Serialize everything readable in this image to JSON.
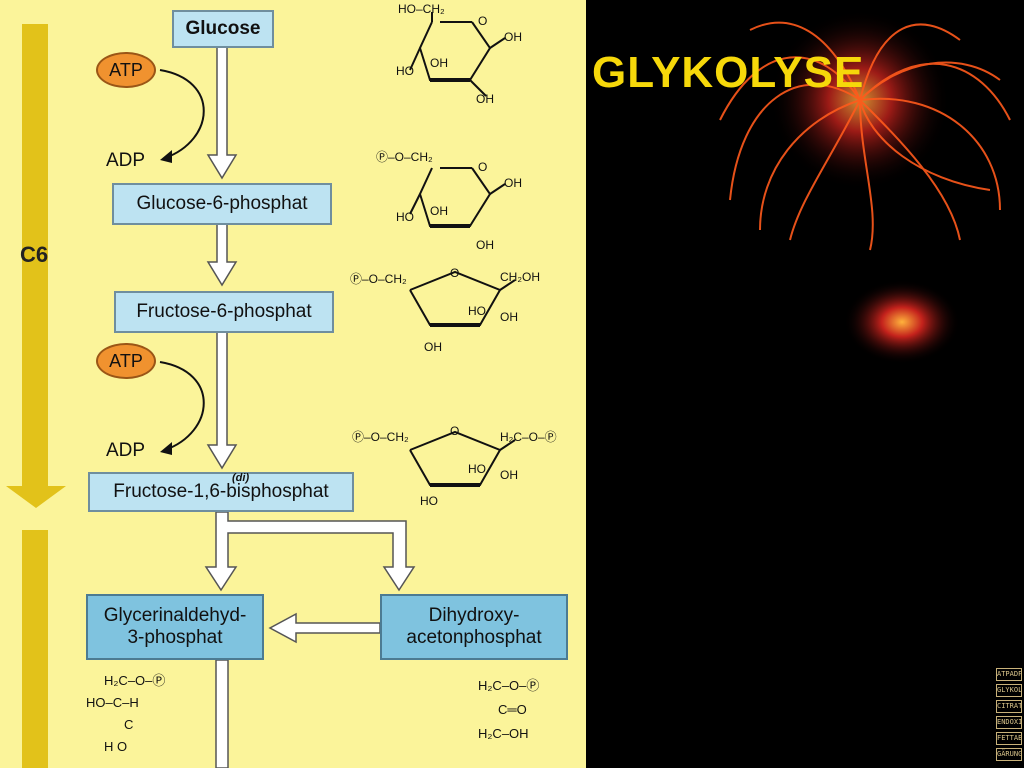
{
  "title": "GLYKOLYSE",
  "panel": {
    "c6_label": "C6",
    "steps": {
      "glucose": "Glucose",
      "g6p": "Glucose-6-phosphat",
      "f6p": "Fructose-6-phosphat",
      "f16bp": "Fructose-1,6-bisphosphat",
      "gap_line1": "Glycerinaldehyd-",
      "gap_line2": "3-phosphat",
      "dhap_line1": "Dihydroxy-",
      "dhap_line2": "acetonphosphat"
    },
    "di_note": "(di)",
    "cofactors": {
      "atp1": "ATP",
      "adp1": "ADP",
      "atp2": "ATP",
      "adp2": "ADP"
    },
    "structures": {
      "s1_top": "HO–CH₂",
      "s2_top": "Ⓟ–O–CH₂",
      "s3_left": "Ⓟ–O–CH₂",
      "s3_right": "CH₂OH",
      "s4_left": "Ⓟ–O–CH₂",
      "s4_right": "H₂C–O–Ⓟ",
      "oh": "OH",
      "ho": "HO",
      "o": "O",
      "gap_struct": [
        "H₂C–O–Ⓟ",
        "HO–C–H",
        "C",
        "H  O"
      ],
      "dhap_struct": [
        "H₂C–O–Ⓟ",
        "C═O",
        "H₂C–OH"
      ]
    }
  },
  "nav_buttons": [
    "ATPADP",
    "GLYKOL",
    "CITRAT",
    "ENDOXI",
    "FETTAB",
    "GÄRUNG"
  ],
  "colors": {
    "panel_bg": "#fbf49a",
    "box_light": "#bde3f2",
    "box_dark": "#7fc3df",
    "atp": "#f0922f",
    "c6_arrow": "#e2c21a",
    "title": "#f6d80a"
  }
}
